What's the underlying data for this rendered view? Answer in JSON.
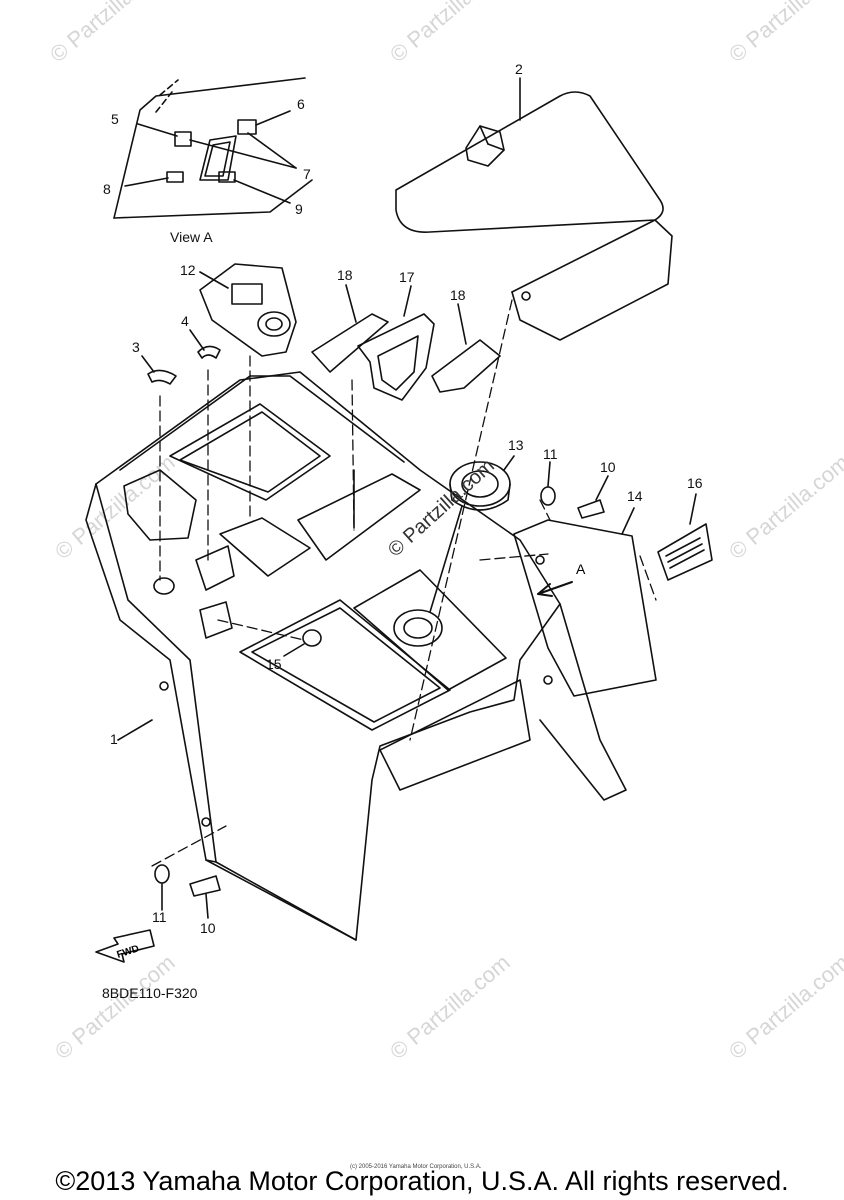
{
  "watermark": "© Partzilla.com",
  "center_watermark": "© Partzilla.com",
  "diagram_code": "8BDE110-F320",
  "view_label": "View A",
  "arrow_label": "A",
  "fwd_label": "FWD",
  "small_copyright": "(c) 2005-2016 Yamaha Motor Corporation, U.S.A.",
  "footer_copyright": "©2013 Yamaha Motor Corporation, U.S.A. All rights reserved.",
  "callouts": {
    "c1": "1",
    "c2": "2",
    "c3": "3",
    "c4": "4",
    "c5": "5",
    "c6": "6",
    "c7": "7",
    "c8": "8",
    "c9": "9",
    "c10a": "10",
    "c10b": "10",
    "c11a": "11",
    "c11b": "11",
    "c12": "12",
    "c13": "13",
    "c14": "14",
    "c15": "15",
    "c16": "16",
    "c17": "17",
    "c18a": "18",
    "c18b": "18"
  }
}
